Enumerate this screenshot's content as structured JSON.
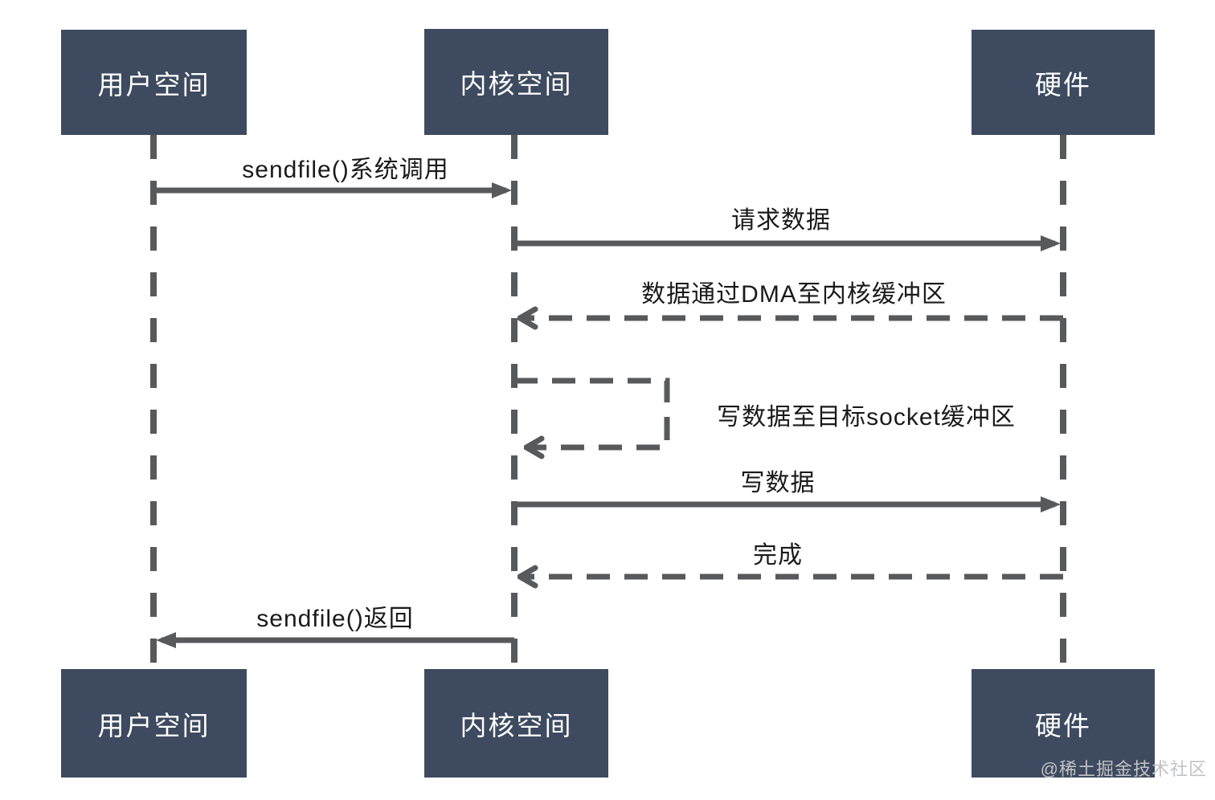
{
  "actors": [
    {
      "id": "user",
      "label": "用户空间"
    },
    {
      "id": "kernel",
      "label": "内核空间"
    },
    {
      "id": "hardware",
      "label": "硬件"
    }
  ],
  "messages": [
    {
      "label": "sendfile()系统调用",
      "from": "用户空间",
      "to": "内核空间",
      "line": "solid"
    },
    {
      "label": "请求数据",
      "from": "内核空间",
      "to": "硬件",
      "line": "solid"
    },
    {
      "label": "数据通过DMA至内核缓冲区",
      "from": "硬件",
      "to": "内核空间",
      "line": "dashed"
    },
    {
      "label": "写数据至目标socket缓冲区",
      "from": "内核空间",
      "to": "内核空间",
      "line": "dashed-self-loop"
    },
    {
      "label": "写数据",
      "from": "内核空间",
      "to": "硬件",
      "line": "solid"
    },
    {
      "label": "完成",
      "from": "硬件",
      "to": "内核空间",
      "line": "dashed"
    },
    {
      "label": "sendfile()返回",
      "from": "内核空间",
      "to": "用户空间",
      "line": "solid"
    }
  ],
  "watermark": "@稀土掘金技术社区",
  "colors": {
    "background": "#ffffff",
    "actor_box": "#3d4a5f",
    "actor_text": "#ffffff",
    "line": "#58595b",
    "label_text": "#1a1a1a",
    "watermark": "#c2c3c5"
  }
}
